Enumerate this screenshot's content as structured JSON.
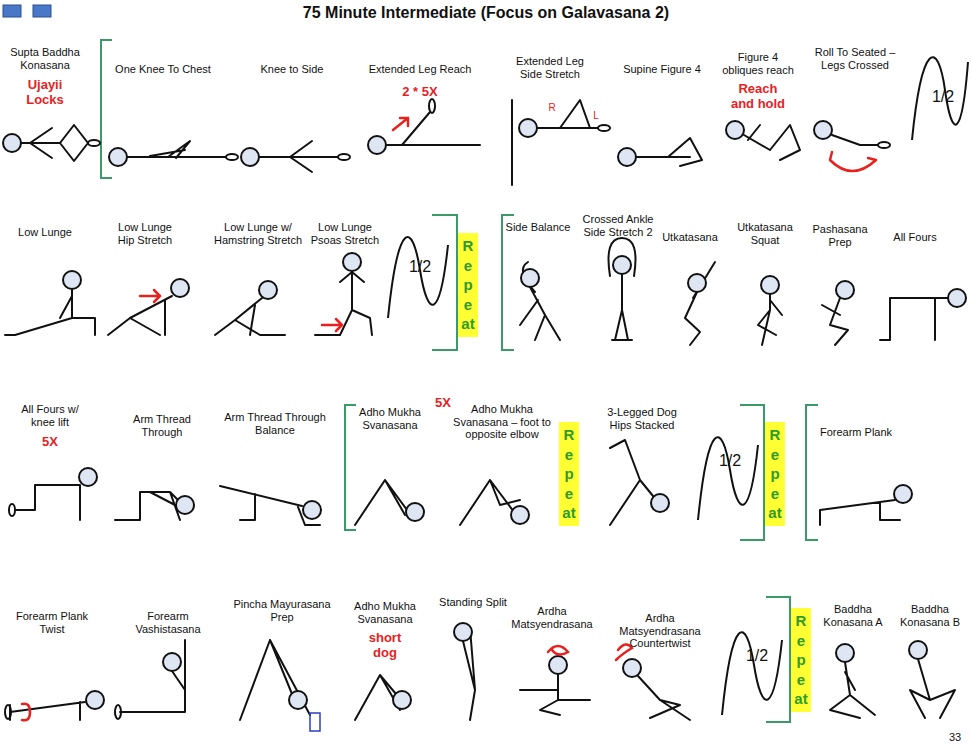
{
  "diagram": {
    "title": "75 Minute Intermediate (Focus on Galavasana 2)",
    "nodes": [
      {
        "text": [
          "Repeat"
        ]
      },
      {
        "text": [
          "Repeat"
        ]
      },
      {
        "text": [
          "Repeat"
        ]
      },
      {
        "text": [
          "Repeat"
        ]
      }
    ],
    "labels": [
      "Supta Baddha Konasana",
      "Ujayii Locks",
      "One Knee To Chest",
      "Knee to Side",
      "Extended Leg Reach",
      "2 * 5X",
      "Extended Leg Side Stretch",
      "R",
      "L",
      "Supine Figure 4",
      "Figure 4 obliques reach",
      "Reach and hold",
      "Roll To Seated – Legs Crossed",
      "1/2",
      "Low Lunge",
      "Low Lunge Hip Stretch",
      "Low Lunge w/ Hamstring Stretch",
      "Low Lunge Psoas Stretch",
      "1/2",
      "Side Balance",
      "Crossed Ankle Side Stretch 2",
      "Utkatasana",
      "Utkatasana Squat",
      "Pashasana Prep",
      "All Fours",
      "All Fours w/ knee lift",
      "5X",
      "Arm Thread Through",
      "Arm Thread Through Balance",
      "5X",
      "Adho Mukha Svanasana",
      "Adho Mukha Svanasana – foot to opposite elbow",
      "3-Legged Dog Hips Stacked",
      "1/2",
      "Forearm Plank",
      "Forearm Plank Twist",
      "Forearm Vashistasana",
      "Pincha Mayurasana Prep",
      "Adho Mukha Svanasana",
      "short dog",
      "Standing Split",
      "Ardha Matsyendrasana",
      "Ardha Matsyendrasana Countertwist",
      "1/2",
      "Baddha Konasana A",
      "Baddha Konasana B",
      "33"
    ]
  }
}
